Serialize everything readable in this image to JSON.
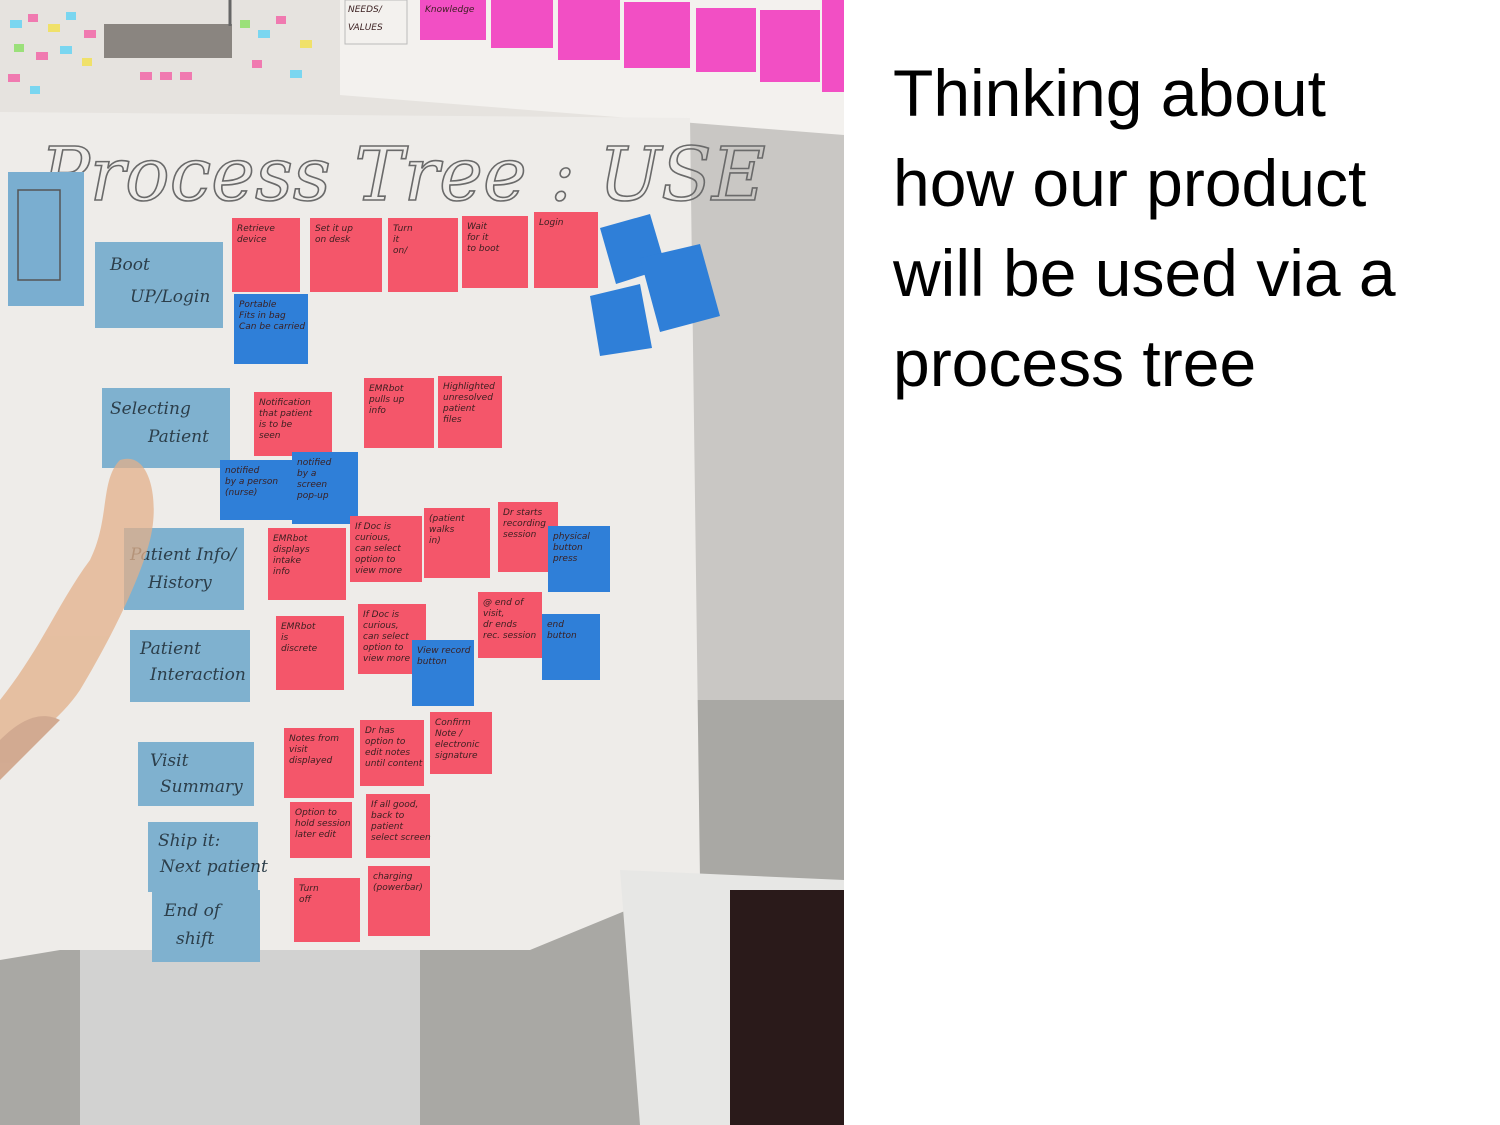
{
  "slide": {
    "caption_lines": [
      "Thinking about",
      "how our product",
      "will be used via a",
      "process tree"
    ]
  },
  "photo": {
    "board_title": "Process Tree : USE",
    "top_labels": [
      "NEEDS/",
      "VALUES",
      "Knowledge"
    ],
    "row_labels": [
      [
        "Boot",
        "UP/Login"
      ],
      [
        "Selecting",
        "Patient"
      ],
      [
        "Patient Info/",
        "History"
      ],
      [
        "Patient",
        "Interaction"
      ],
      [
        "Visit",
        "Summary"
      ],
      [
        "Ship it:",
        "Next patient"
      ],
      [
        "End of",
        "shift"
      ]
    ],
    "notes": [
      {
        "lines": [
          "Retrieve",
          "device"
        ],
        "color": "#f4566a"
      },
      {
        "lines": [
          "Set it up",
          "on desk"
        ],
        "color": "#f4566a"
      },
      {
        "lines": [
          "Turn",
          "it",
          "on/"
        ],
        "color": "#f4566a"
      },
      {
        "lines": [
          "Wait",
          "for it",
          "to boot"
        ],
        "color": "#f4566a"
      },
      {
        "lines": [
          "Login"
        ],
        "color": "#f4566a"
      },
      {
        "lines": [
          "Portable",
          "Fits in bag",
          "Can be carried"
        ],
        "color": "#2f7fd8"
      },
      {
        "lines": [
          "Notification",
          "that patient",
          "is to be",
          "seen"
        ],
        "color": "#f4566a"
      },
      {
        "lines": [
          "EMRbot",
          "pulls up",
          "info"
        ],
        "color": "#f4566a"
      },
      {
        "lines": [
          "Highlighted",
          "unresolved",
          "patient",
          "files"
        ],
        "color": "#f4566a"
      },
      {
        "lines": [
          "notified",
          "by a person",
          "(nurse)"
        ],
        "color": "#2f7fd8"
      },
      {
        "lines": [
          "notified",
          "by a",
          "screen",
          "pop-up"
        ],
        "color": "#2f7fd8"
      },
      {
        "lines": [
          "EMRbot",
          "displays",
          "intake",
          "info"
        ],
        "color": "#f4566a"
      },
      {
        "lines": [
          "If Doc is",
          "curious,",
          "can select",
          "option to",
          "view more"
        ],
        "color": "#f4566a"
      },
      {
        "lines": [
          "(patient",
          "walks",
          "in)"
        ],
        "color": "#f4566a"
      },
      {
        "lines": [
          "Dr starts",
          "recording",
          "session"
        ],
        "color": "#f4566a"
      },
      {
        "lines": [
          "physical",
          "button",
          "press"
        ],
        "color": "#2f7fd8"
      },
      {
        "lines": [
          "EMRbot",
          "is",
          "discrete"
        ],
        "color": "#f4566a"
      },
      {
        "lines": [
          "If Doc is",
          "curious,",
          "can select",
          "option to",
          "view more"
        ],
        "color": "#f4566a"
      },
      {
        "lines": [
          "View record",
          "button"
        ],
        "color": "#2f7fd8"
      },
      {
        "lines": [
          "@ end of",
          "visit,",
          "dr ends",
          "rec. session"
        ],
        "color": "#f4566a"
      },
      {
        "lines": [
          "end",
          "button"
        ],
        "color": "#2f7fd8"
      },
      {
        "lines": [
          "Notes from",
          "visit",
          "displayed"
        ],
        "color": "#f4566a"
      },
      {
        "lines": [
          "Dr has",
          "option to",
          "edit notes",
          "until content"
        ],
        "color": "#f4566a"
      },
      {
        "lines": [
          "Confirm",
          "Note /",
          "electronic",
          "signature"
        ],
        "color": "#f4566a"
      },
      {
        "lines": [
          "Option to",
          "hold session",
          "later edit"
        ],
        "color": "#f4566a"
      },
      {
        "lines": [
          "If all good,",
          "back to",
          "patient",
          "select screen"
        ],
        "color": "#f4566a"
      },
      {
        "lines": [
          "Turn",
          "off"
        ],
        "color": "#f4566a"
      },
      {
        "lines": [
          "charging",
          "(powerbar)"
        ],
        "color": "#f4566a"
      }
    ]
  }
}
